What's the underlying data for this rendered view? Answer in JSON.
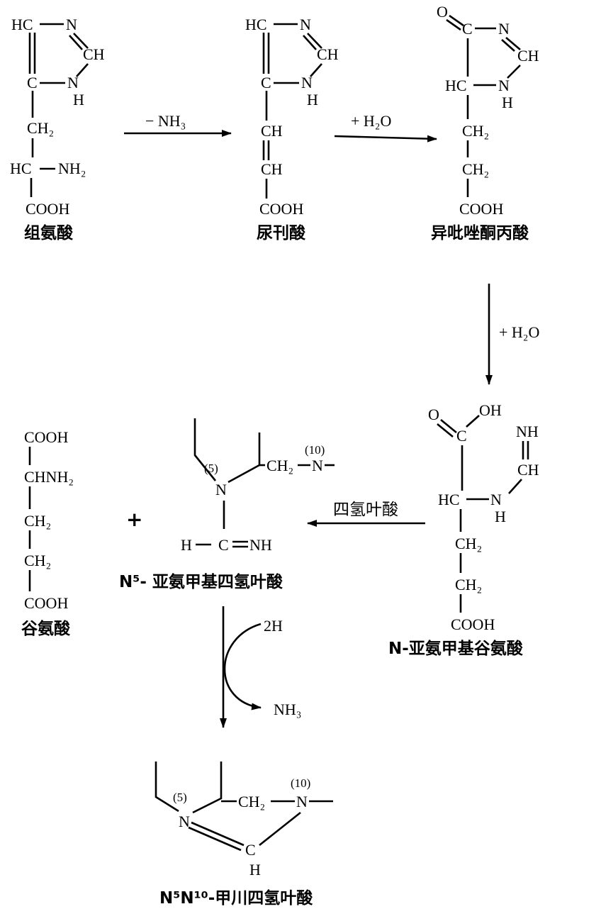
{
  "title": "组氨酸分解代谢途径",
  "compounds": {
    "histidine": {
      "name": "组氨酸",
      "ring_hc": "HC",
      "ring_n1": "N",
      "ring_ch": "CH",
      "ring_nh_n": "N",
      "ring_nh_h": "H",
      "ring_c": "C",
      "ch2": "CH₂",
      "hc": "HC",
      "nh2": "NH₂",
      "cooh": "COOH"
    },
    "urocanate": {
      "name": "尿刊酸",
      "ring_hc": "HC",
      "ring_n1": "N",
      "ring_ch": "CH",
      "ring_nh_n": "N",
      "ring_nh_h": "H",
      "ring_c": "C",
      "ch1": "CH",
      "ch2": "CH",
      "cooh": "COOH"
    },
    "imidazolonepropionate": {
      "name": "异吡唑酮丙酸",
      "o": "O",
      "c": "C",
      "n1": "N",
      "ch": "CH",
      "hc": "HC",
      "nh_n": "N",
      "nh_h": "H",
      "ch2a": "CH₂",
      "ch2b": "CH₂",
      "cooh": "COOH"
    },
    "formiminoglutamate": {
      "name": "N-亚氨甲基谷氨酸",
      "o": "O",
      "oh": "OH",
      "c": "C",
      "nh": "NH",
      "ch": "CH",
      "hc": "HC",
      "n": "N",
      "h": "H",
      "ch2a": "CH₂",
      "ch2b": "CH₂",
      "cooh": "COOH"
    },
    "glutamate": {
      "name": "谷氨酸",
      "cooh1": "COOH",
      "chnh2": "CHNH₂",
      "ch2a": "CH₂",
      "ch2b": "CH₂",
      "cooh2": "COOH"
    },
    "formimino_thf": {
      "name": "N⁵- 亚氨甲基四氢叶酸",
      "n5_pos": "(5)",
      "n5": "N",
      "ch2": "CH₂",
      "n10": "N",
      "n10_pos": "(10)",
      "h": "H",
      "c": "C",
      "nh": "NH"
    },
    "methenyl_thf": {
      "name": "N⁵N¹⁰-甲川四氢叶酸",
      "n5_pos": "(5)",
      "n5": "N",
      "ch2": "CH₂",
      "n10": "N",
      "n10_pos": "(10)",
      "c": "C",
      "h": "H"
    }
  },
  "reactions": {
    "r1": "− NH₃",
    "r2": "+ H₂O",
    "r3": "+ H₂O",
    "r4": "四氢叶酸",
    "plus": "+",
    "r5_in": "2H",
    "r5_out": "NH₃"
  }
}
